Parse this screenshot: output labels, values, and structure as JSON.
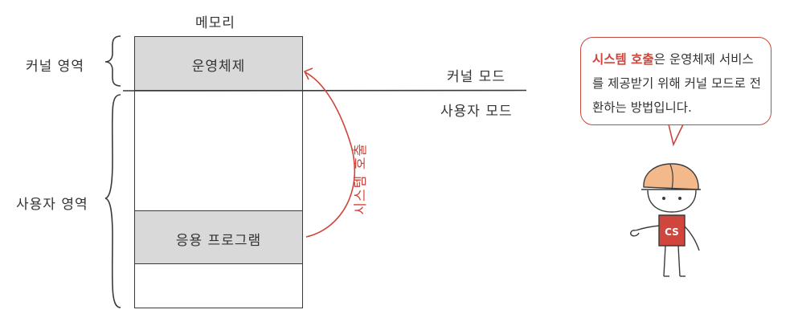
{
  "memory": {
    "title": "메모리",
    "kernel_block": "운영체제",
    "app_block": "응용 프로그램"
  },
  "regions": {
    "kernel_area": "커널 영역",
    "user_area": "사용자 영역"
  },
  "modes": {
    "kernel_mode": "커널 모드",
    "user_mode": "사용자 모드"
  },
  "arrow_label": "시스템 호출",
  "bubble": {
    "highlight": "시스템 호출",
    "text": "은 운영체제 서비스를 제공받기 위해 커널 모드로 전환하는 방법입니다."
  },
  "character": {
    "shirt_text": "CS"
  },
  "colors": {
    "accent": "#d0453c",
    "block_fill": "#d9d9d9",
    "line": "#3a3a3a"
  }
}
